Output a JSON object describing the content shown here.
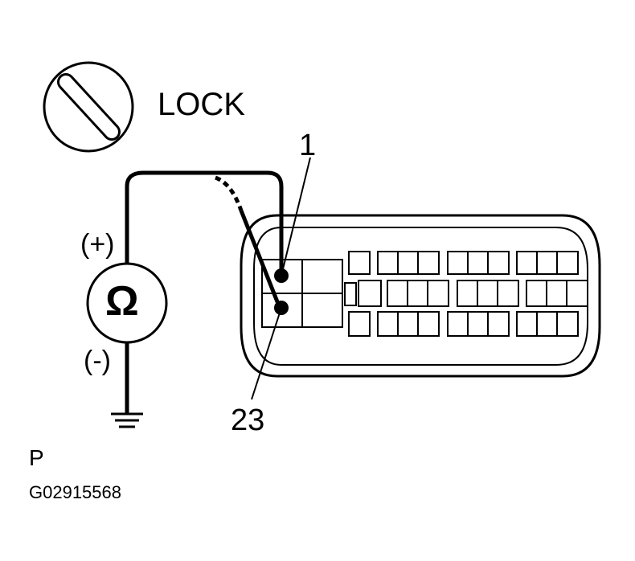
{
  "diagram": {
    "switch_label": "LOCK",
    "terminal_top": "1",
    "terminal_bottom": "23",
    "meter": {
      "symbol": "Ω",
      "positive": "(+)",
      "negative": "(-)"
    },
    "condition": "P",
    "figure_code": "G02915568"
  }
}
